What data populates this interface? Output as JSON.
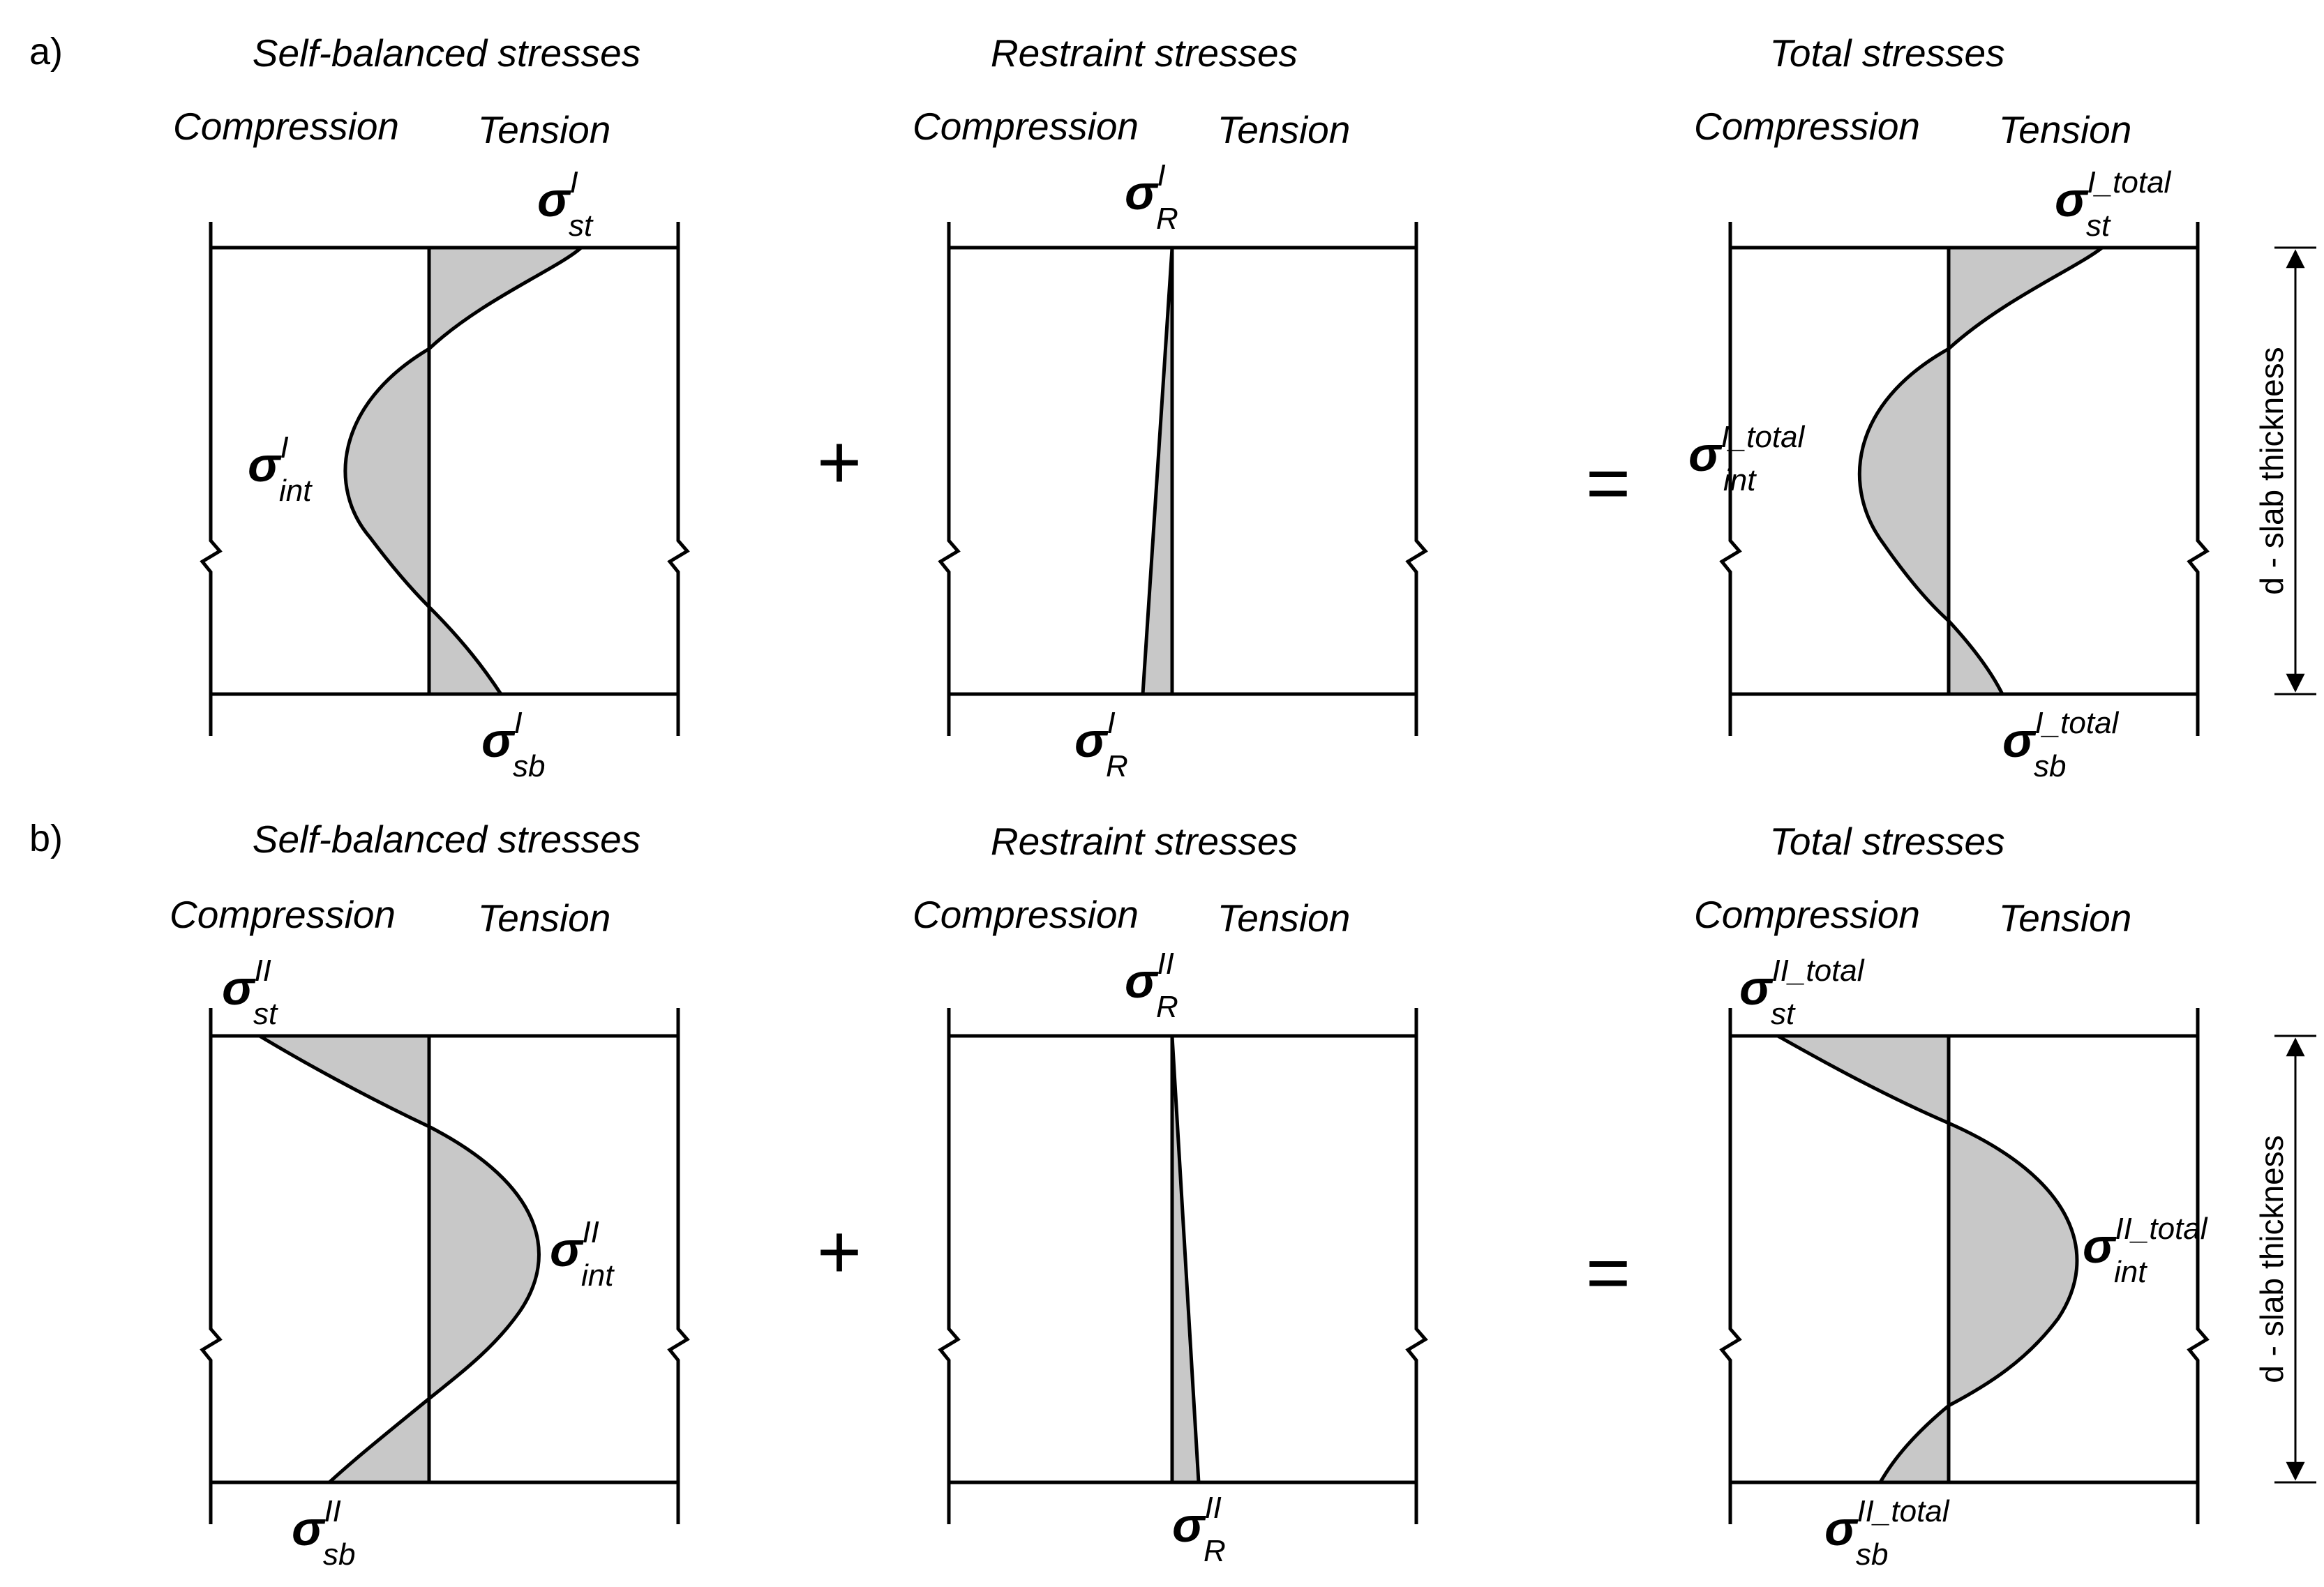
{
  "rows": [
    {
      "label": "a)",
      "panels": [
        {
          "title": "Self-balanced stresses",
          "compression": "Compression",
          "tension": "Tension",
          "annotations": {
            "top": {
              "sym": "σ",
              "sup": "I",
              "sub": "st"
            },
            "mid": {
              "sym": "σ",
              "sup": "I",
              "sub": "int"
            },
            "bottom": {
              "sym": "σ",
              "sup": "I",
              "sub": "sb"
            }
          }
        },
        {
          "title": "Restraint stresses",
          "compression": "Compression",
          "tension": "Tension",
          "annotations": {
            "top": {
              "sym": "σ",
              "sup": "I",
              "sub": "R"
            },
            "bottom": {
              "sym": "σ",
              "sup": "I",
              "sub": "R"
            }
          }
        },
        {
          "title": "Total stresses",
          "compression": "Compression",
          "tension": "Tension",
          "annotations": {
            "top": {
              "sym": "σ",
              "sup": "I_total",
              "sub": "st"
            },
            "mid": {
              "sym": "σ",
              "sup": "I_total",
              "sub": "int"
            },
            "bottom": {
              "sym": "σ",
              "sup": "I_total",
              "sub": "sb"
            }
          }
        }
      ],
      "plus": "+",
      "equals": "=",
      "dimension": "d - slab thickness"
    },
    {
      "label": "b)",
      "panels": [
        {
          "title": "Self-balanced stresses",
          "compression": "Compression",
          "tension": "Tension",
          "annotations": {
            "top": {
              "sym": "σ",
              "sup": "II",
              "sub": "st"
            },
            "mid": {
              "sym": "σ",
              "sup": "II",
              "sub": "int"
            },
            "bottom": {
              "sym": "σ",
              "sup": "II",
              "sub": "sb"
            }
          }
        },
        {
          "title": "Restraint stresses",
          "compression": "Compression",
          "tension": "Tension",
          "annotations": {
            "top": {
              "sym": "σ",
              "sup": "II",
              "sub": "R"
            },
            "bottom": {
              "sym": "σ",
              "sup": "II",
              "sub": "R"
            }
          }
        },
        {
          "title": "Total stresses",
          "compression": "Compression",
          "tension": "Tension",
          "annotations": {
            "top": {
              "sym": "σ",
              "sup": "II_total",
              "sub": "st"
            },
            "mid": {
              "sym": "σ",
              "sup": "II_total",
              "sub": "int"
            },
            "bottom": {
              "sym": "σ",
              "sup": "II_total",
              "sub": "sb"
            }
          }
        }
      ],
      "plus": "+",
      "equals": "=",
      "dimension": "d - slab thickness"
    }
  ]
}
